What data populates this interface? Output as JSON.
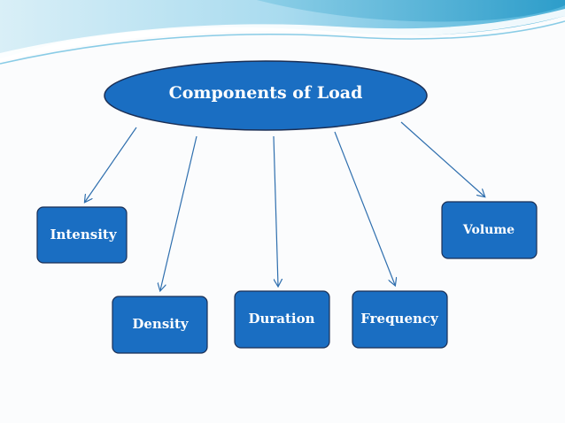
{
  "slide": {
    "root": {
      "label": "Components of Load"
    },
    "components": [
      {
        "label": "Intensity"
      },
      {
        "label": "Density"
      },
      {
        "label": "Duration"
      },
      {
        "label": "Frequency"
      },
      {
        "label": "Volume"
      }
    ]
  },
  "colors": {
    "fill": "#1a6ec2",
    "stroke": "#1b2f55",
    "arrow": "#2f6fae",
    "text": "#ffffff",
    "wave_light": "#bfe3f0",
    "wave_mid": "#7cc6e2",
    "wave_dark": "#3aa6d0"
  }
}
